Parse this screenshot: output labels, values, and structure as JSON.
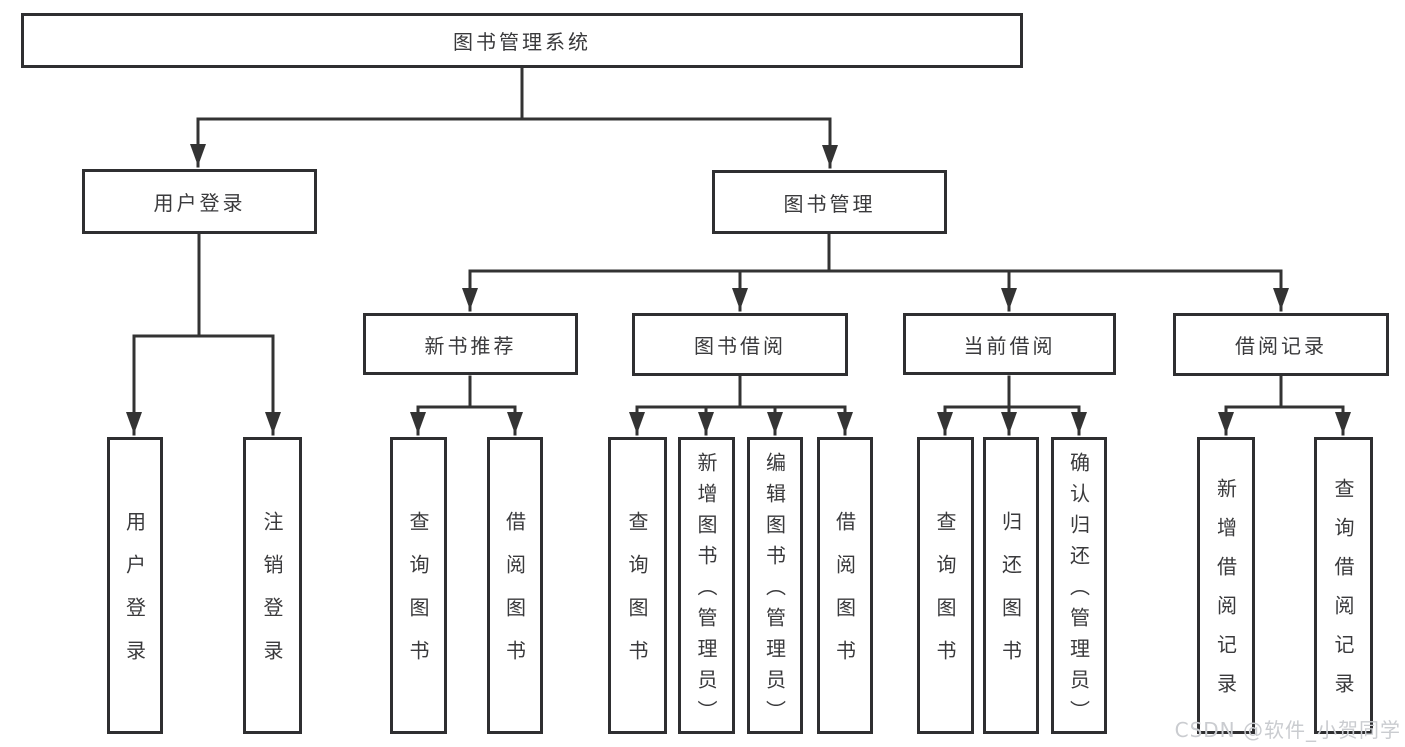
{
  "nodes": {
    "root": {
      "label": "图书管理系统"
    },
    "user_login": {
      "label": "用户登录"
    },
    "book_management": {
      "label": "图书管理"
    },
    "new_book_rec": {
      "label": "新书推荐"
    },
    "book_borrow": {
      "label": "图书借阅"
    },
    "current_borrow": {
      "label": "当前借阅"
    },
    "borrow_records": {
      "label": "借阅记录"
    },
    "leaf_user_login": {
      "label": "用户登录"
    },
    "leaf_logout": {
      "label": "注销登录"
    },
    "nbr_query_books": {
      "label": "查询图书"
    },
    "nbr_borrow_books": {
      "label": "借阅图书"
    },
    "bb_query_books": {
      "label": "查询图书"
    },
    "bb_add_books": {
      "label": "新增图书（管理员）"
    },
    "bb_edit_books": {
      "label": "编辑图书（管理员）"
    },
    "bb_borrow_books": {
      "label": "借阅图书"
    },
    "cb_query_books": {
      "label": "查询图书"
    },
    "cb_return_books": {
      "label": "归还图书"
    },
    "cb_confirm_return": {
      "label": "确认归还（管理员）"
    },
    "br_add_record": {
      "label": "新增借阅记录"
    },
    "br_query_record": {
      "label": "查询借阅记录"
    }
  },
  "hierarchy": {
    "root": [
      "user_login",
      "book_management"
    ],
    "user_login": [
      "leaf_user_login",
      "leaf_logout"
    ],
    "book_management": [
      "new_book_rec",
      "book_borrow",
      "current_borrow",
      "borrow_records"
    ],
    "new_book_rec": [
      "nbr_query_books",
      "nbr_borrow_books"
    ],
    "book_borrow": [
      "bb_query_books",
      "bb_add_books",
      "bb_edit_books",
      "bb_borrow_books"
    ],
    "current_borrow": [
      "cb_query_books",
      "cb_return_books",
      "cb_confirm_return"
    ],
    "borrow_records": [
      "br_add_record",
      "br_query_record"
    ]
  },
  "watermark": {
    "text": "CSDN @软件_小贺同学"
  },
  "colors": {
    "background": "#ffffff",
    "box_fill": "#ffffff",
    "box_border": "#2f2f31",
    "line": "#333333",
    "text": "#3a3a3c",
    "watermark": "#caccd0"
  }
}
